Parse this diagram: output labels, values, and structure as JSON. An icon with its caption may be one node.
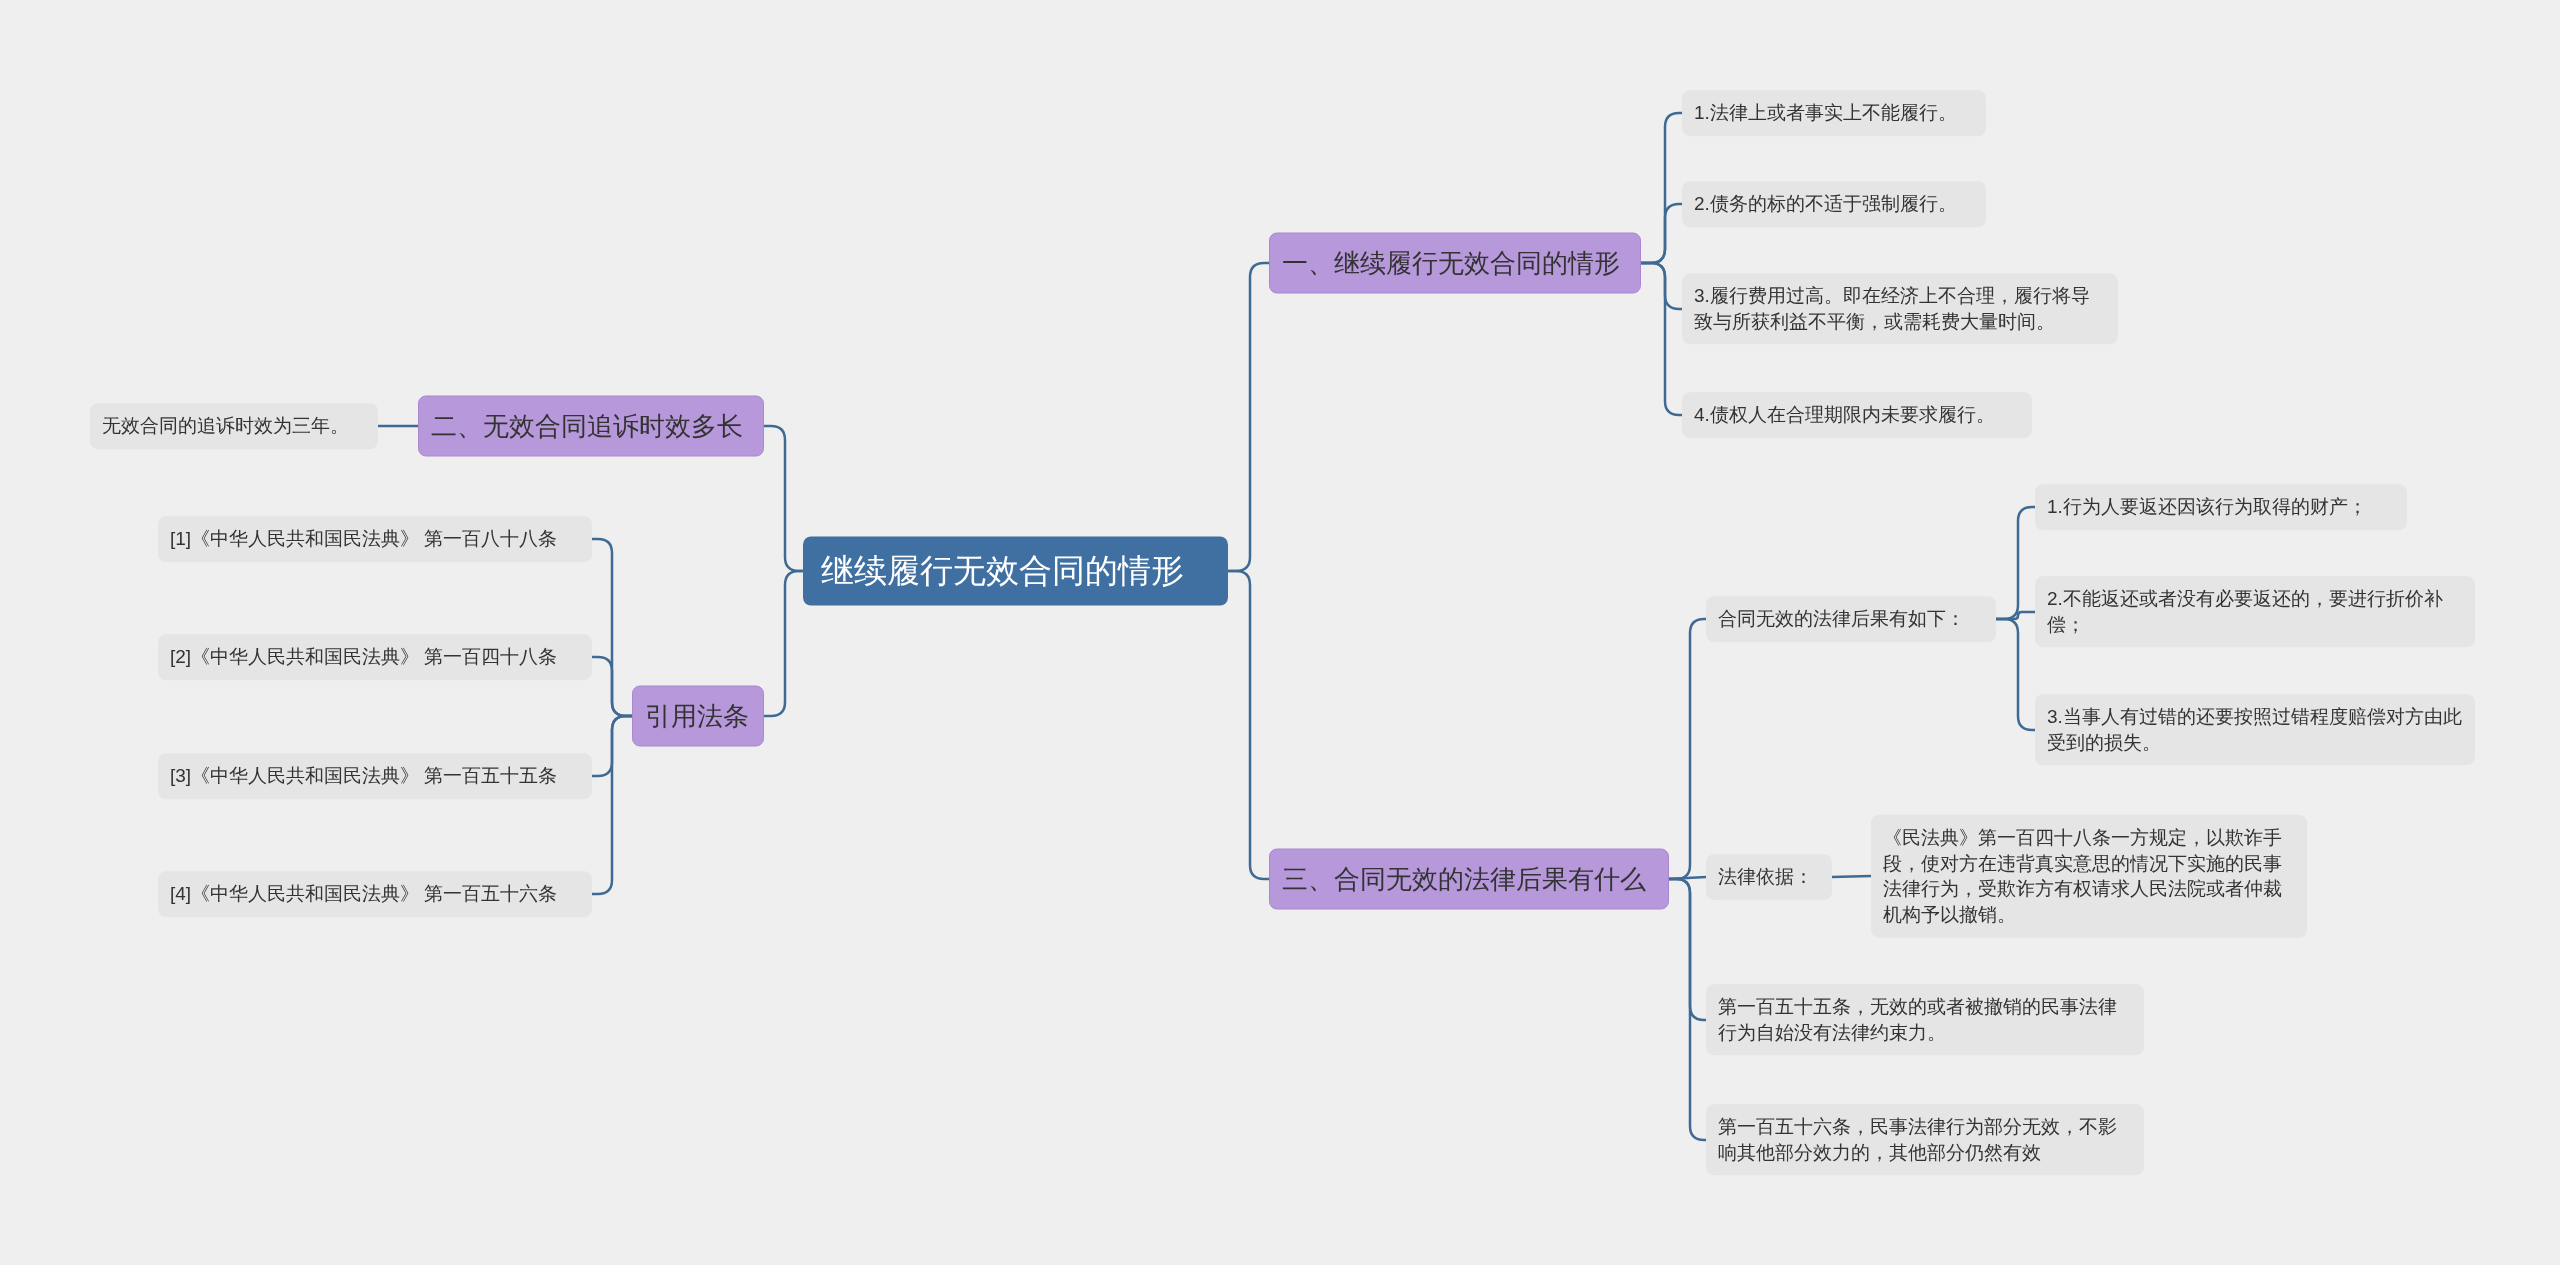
{
  "diagram": {
    "nodes": [
      {
        "text": [
          "继续履行无效合同的情形"
        ]
      },
      {
        "text": [
          "一、继续履行无效合同的情形"
        ]
      },
      {
        "text": [
          "1.法律上或者事实上不能履行。"
        ]
      },
      {
        "text": [
          "2.债务的标的不适于强制履行。"
        ]
      },
      {
        "text": [
          "3.履行费用过高。即在经济上不合理，履行将导致与所获利益不平衡，或需耗费大量时间。"
        ]
      },
      {
        "text": [
          "4.债权人在合理期限内未要求履行。"
        ]
      },
      {
        "text": [
          "三、合同无效的法律后果有什么"
        ]
      },
      {
        "text": [
          "合同无效的法律后果有如下："
        ]
      },
      {
        "text": [
          "1.行为人要返还因该行为取得的财产；"
        ]
      },
      {
        "text": [
          "2.不能返还或者没有必要返还的，要进行折价补偿；"
        ]
      },
      {
        "text": [
          "3.当事人有过错的还要按照过错程度赔偿对方由此受到的损失。"
        ]
      },
      {
        "text": [
          "法律依据："
        ]
      },
      {
        "text": [
          "《民法典》第一百四十八条一方规定，以欺诈手段，使对方在违背真实意思的情况下实施的民事法律行为，受欺诈方有权请求人民法院或者仲裁机构予以撤销。"
        ]
      },
      {
        "text": [
          "第一百五十五条，无效的或者被撤销的民事法律行为自始没有法律约束力。"
        ]
      },
      {
        "text": [
          "第一百五十六条，民事法律行为部分无效，不影响其他部分效力的，其他部分仍然有效"
        ]
      },
      {
        "text": [
          "二、无效合同追诉时效多长"
        ]
      },
      {
        "text": [
          "无效合同的追诉时效为三年。"
        ]
      },
      {
        "text": [
          "引用法条"
        ]
      },
      {
        "text": [
          "[1]《中华人民共和国民法典》 第一百八十八条"
        ]
      },
      {
        "text": [
          "[2]《中华人民共和国民法典》 第一百四十八条"
        ]
      },
      {
        "text": [
          "[3]《中华人民共和国民法典》 第一百五十五条"
        ]
      },
      {
        "text": [
          "[4]《中华人民共和国民法典》 第一百五十六条"
        ]
      }
    ],
    "edges": [
      {
        "from": 0,
        "to": 1,
        "arrow": "none"
      },
      {
        "from": 1,
        "to": 2,
        "arrow": "none"
      },
      {
        "from": 1,
        "to": 3,
        "arrow": "none"
      },
      {
        "from": 1,
        "to": 4,
        "arrow": "none"
      },
      {
        "from": 1,
        "to": 5,
        "arrow": "none"
      },
      {
        "from": 0,
        "to": 6,
        "arrow": "none"
      },
      {
        "from": 6,
        "to": 7,
        "arrow": "none"
      },
      {
        "from": 7,
        "to": 8,
        "arrow": "none"
      },
      {
        "from": 7,
        "to": 9,
        "arrow": "none"
      },
      {
        "from": 7,
        "to": 10,
        "arrow": "none"
      },
      {
        "from": 6,
        "to": 11,
        "arrow": "none"
      },
      {
        "from": 11,
        "to": 12,
        "arrow": "none"
      },
      {
        "from": 6,
        "to": 13,
        "arrow": "none"
      },
      {
        "from": 6,
        "to": 14,
        "arrow": "none"
      },
      {
        "from": 0,
        "to": 15,
        "arrow": "none"
      },
      {
        "from": 15,
        "to": 16,
        "arrow": "none"
      },
      {
        "from": 0,
        "to": 17,
        "arrow": "none"
      },
      {
        "from": 17,
        "to": 18,
        "arrow": "none"
      },
      {
        "from": 17,
        "to": 19,
        "arrow": "none"
      },
      {
        "from": 17,
        "to": 20,
        "arrow": "none"
      },
      {
        "from": 17,
        "to": 21,
        "arrow": "none"
      }
    ]
  }
}
